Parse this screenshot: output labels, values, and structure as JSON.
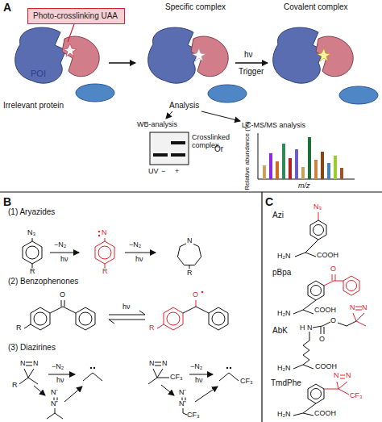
{
  "diagram": {
    "nodes": [
      {
        "text": [
          "Photo-crosslinking UAA"
        ]
      }
    ],
    "labels": [
      "A",
      "POI",
      "Irrelevant protein",
      "Specific complex",
      "Covalent complex",
      "hν",
      "Trigger",
      "Analysis",
      "WB-analysis",
      "Crosslinked complex",
      "UV",
      "−",
      "+",
      "Or",
      "LC-MS/MS analysis",
      "Relative abundance (%)",
      "m/z",
      "B",
      "(1) Aryazides",
      "N₃",
      "R",
      "−N₂",
      "hν",
      "N",
      "R",
      "−N₂",
      "hν",
      "N",
      "R",
      "(2) Benzophenones",
      "O",
      "R",
      "hν",
      "O",
      "R",
      "(3) Diazirines",
      "N",
      "N",
      "R",
      "−N₂",
      "hν",
      "N⁻",
      "N⁺",
      "−N₂",
      "hν",
      "N",
      "N",
      "CF₃",
      "N⁻",
      "N⁺",
      "CF₃",
      "CF₃",
      "C",
      "Azi",
      "N₃",
      "H₂N",
      "COOH",
      "pBpa",
      "O",
      "H₂N",
      "COOH",
      "AbK",
      "H",
      "N",
      "O",
      "O",
      "N",
      "N",
      "H₂N",
      "COOH",
      "TmdPhe",
      "N",
      "N",
      "CF₃",
      "H₂N",
      "COOH"
    ]
  }
}
